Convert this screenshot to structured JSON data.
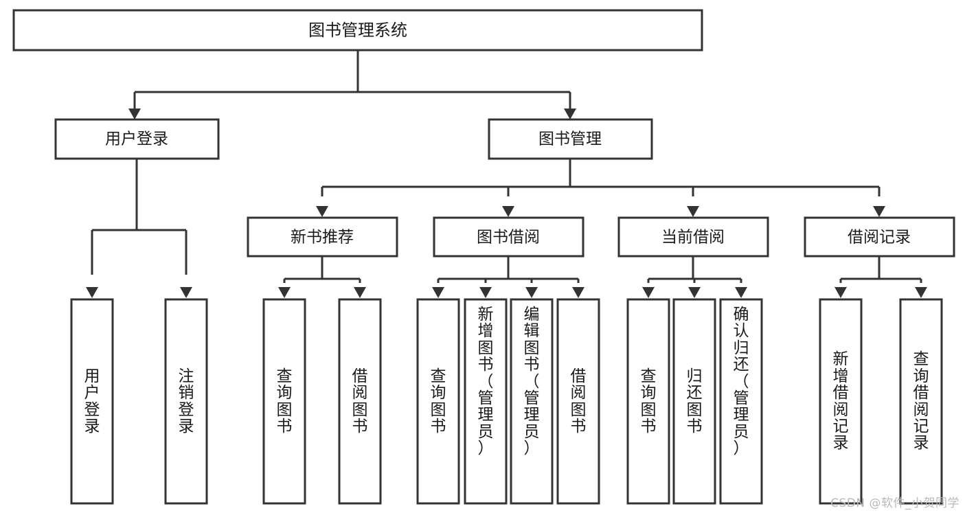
{
  "diagram": {
    "type": "tree-hierarchy",
    "title": "图书管理系统",
    "orientation": "top-down",
    "levels": 4,
    "colors": {
      "stroke": "#333333",
      "box_fill": "#ffffff",
      "text": "#1a1a1a",
      "background": "#ffffff",
      "watermark": "#b9b9b9"
    },
    "root": {
      "id": "root",
      "label": "图书管理系统",
      "text_orientation": "horizontal"
    },
    "level2": [
      {
        "id": "user-login",
        "label": "用户登录",
        "text_orientation": "horizontal"
      },
      {
        "id": "book-management",
        "label": "图书管理",
        "text_orientation": "horizontal"
      }
    ],
    "level3": [
      {
        "id": "new-book-recommend",
        "label": "新书推荐",
        "text_orientation": "horizontal",
        "parent": "book-management"
      },
      {
        "id": "book-borrow",
        "label": "图书借阅",
        "text_orientation": "horizontal",
        "parent": "book-management"
      },
      {
        "id": "current-borrow",
        "label": "当前借阅",
        "text_orientation": "horizontal",
        "parent": "book-management"
      },
      {
        "id": "borrow-record",
        "label": "借阅记录",
        "text_orientation": "horizontal",
        "parent": "book-management"
      }
    ],
    "leaves": [
      {
        "id": "leaf-user-login",
        "label": "用户登录",
        "text_orientation": "vertical",
        "parent": "user-login"
      },
      {
        "id": "leaf-logout",
        "label": "注销登录",
        "text_orientation": "vertical",
        "parent": "user-login"
      },
      {
        "id": "leaf-query-book-1",
        "label": "查询图书",
        "text_orientation": "vertical",
        "parent": "new-book-recommend"
      },
      {
        "id": "leaf-borrow-book-1",
        "label": "借阅图书",
        "text_orientation": "vertical",
        "parent": "new-book-recommend"
      },
      {
        "id": "leaf-query-book-2",
        "label": "查询图书",
        "text_orientation": "vertical",
        "parent": "book-borrow"
      },
      {
        "id": "leaf-add-book",
        "label": "新增图书（管理员）",
        "text_orientation": "vertical",
        "parent": "book-borrow"
      },
      {
        "id": "leaf-edit-book",
        "label": "编辑图书（管理员）",
        "text_orientation": "vertical",
        "parent": "book-borrow"
      },
      {
        "id": "leaf-borrow-book-2",
        "label": "借阅图书",
        "text_orientation": "vertical",
        "parent": "book-borrow"
      },
      {
        "id": "leaf-query-book-3",
        "label": "查询图书",
        "text_orientation": "vertical",
        "parent": "current-borrow"
      },
      {
        "id": "leaf-return-book",
        "label": "归还图书",
        "text_orientation": "vertical",
        "parent": "current-borrow"
      },
      {
        "id": "leaf-confirm-return",
        "label": "确认归还（管理员）",
        "text_orientation": "vertical",
        "parent": "current-borrow"
      },
      {
        "id": "leaf-add-record",
        "label": "新增借阅记录",
        "text_orientation": "vertical",
        "parent": "borrow-record"
      },
      {
        "id": "leaf-query-record",
        "label": "查询借阅记录",
        "text_orientation": "vertical",
        "parent": "borrow-record"
      }
    ],
    "watermark": "CSDN @软件_小贺同学"
  }
}
